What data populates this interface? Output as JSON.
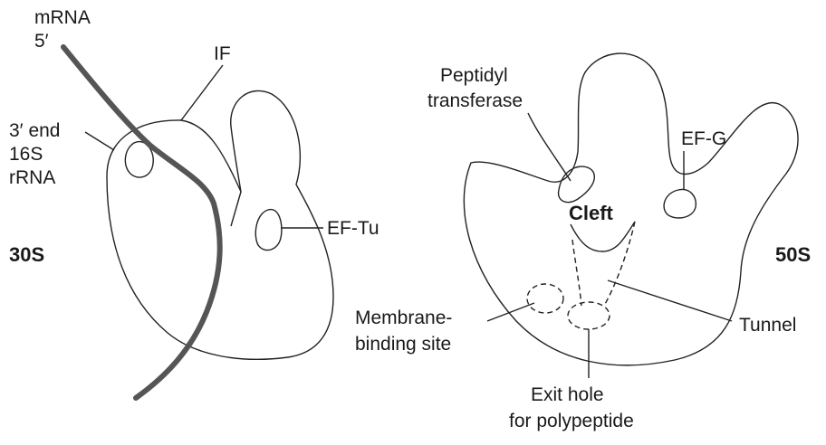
{
  "labels": {
    "mrna": "mRNA",
    "five_prime": "5′",
    "if": "IF",
    "three_prime_line1": "3′ end",
    "three_prime_line2": "16S",
    "three_prime_line3": "rRNA",
    "ef_tu": "EF-Tu",
    "small_subunit": "30S",
    "peptidyl_line1": "Peptidyl",
    "peptidyl_line2": "transferase",
    "ef_g": "EF-G",
    "cleft": "Cleft",
    "large_subunit": "50S",
    "membrane_line1": "Membrane-",
    "membrane_line2": "binding site",
    "tunnel": "Tunnel",
    "exit_line1": "Exit hole",
    "exit_line2": "for polypeptide"
  },
  "colors": {
    "outline": "#222222",
    "mrna_strand": "#555555",
    "text": "#1a1a1a"
  }
}
